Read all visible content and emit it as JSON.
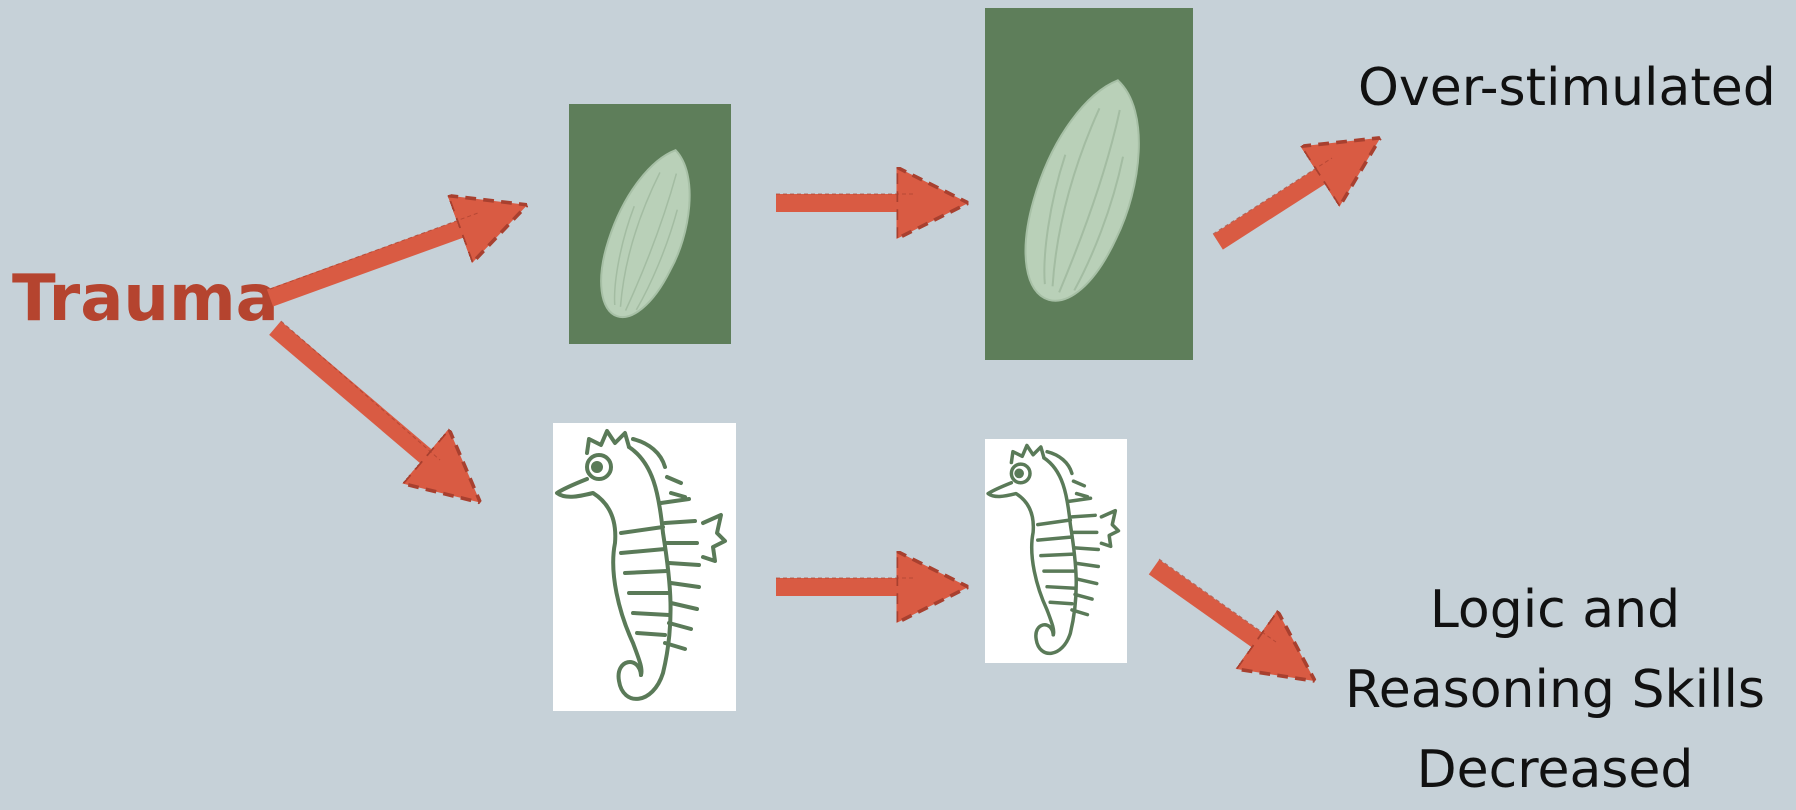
{
  "labels": {
    "trauma": "Trauma",
    "over_stimulated": "Over-stimulated",
    "logic_line1": "Logic and",
    "logic_line2": "Reasoning Skills",
    "logic_line3": "Decreased"
  },
  "icons": {
    "amygdala_small": "almond-icon",
    "amygdala_large": "almond-icon",
    "hippocampus_normal": "seahorse-icon",
    "hippocampus_small": "seahorse-icon"
  },
  "colors": {
    "background": "#c6d1d8",
    "accent": "#b5442f",
    "arrow": "#d95b43",
    "panel_green": "#5e7e5a",
    "almond": "#b9d0b8",
    "seahorse_line": "#5a7a58"
  }
}
